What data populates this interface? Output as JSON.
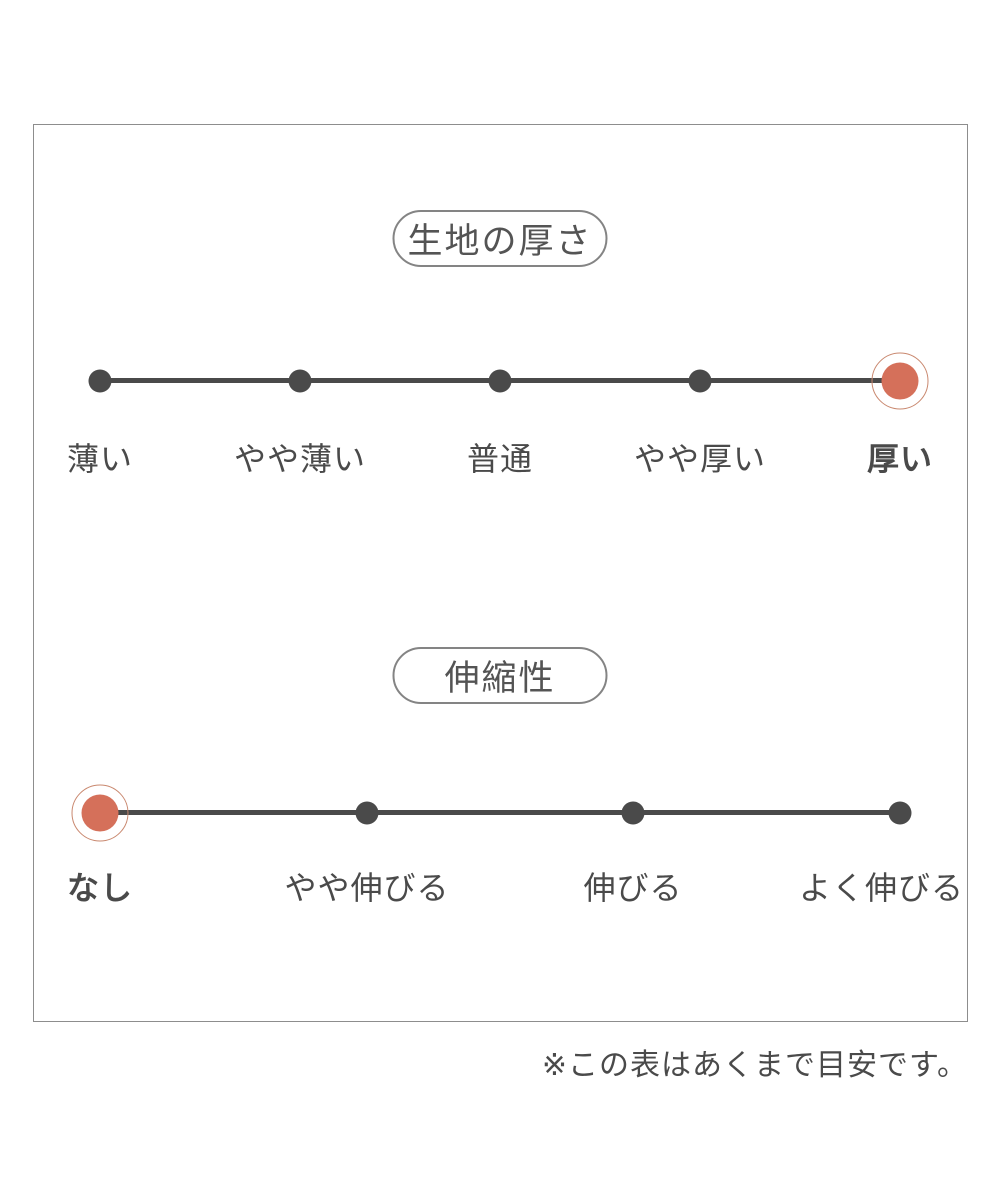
{
  "page": {
    "background": "#ffffff",
    "note": "※この表はあくまで目安です。"
  },
  "colors": {
    "accent": "#d5705a",
    "accent_ring": "#c9886f",
    "dot_and_line": "#4a4a4a",
    "label_text": "#4a4a4a",
    "pill_border": "#848484",
    "pill_text": "#545454",
    "frame_border": "#8d8d8d"
  },
  "chart_data": [
    {
      "type": "rating-scale",
      "title": "生地の厚さ",
      "categories": [
        "薄い",
        "やや薄い",
        "普通",
        "やや厚い",
        "厚い"
      ],
      "levels": 5,
      "selected_index": 4,
      "selected_label": "厚い",
      "marker": "filled red circle with outline ring",
      "layout": "horizontal line with evenly spaced dots, labels below"
    },
    {
      "type": "rating-scale",
      "title": "伸縮性",
      "categories": [
        "なし",
        "やや伸びる",
        "伸びる",
        "よく伸びる"
      ],
      "levels": 4,
      "selected_index": 0,
      "selected_label": "なし",
      "marker": "filled red circle with outline ring",
      "layout": "horizontal line with evenly spaced dots, labels below"
    }
  ]
}
